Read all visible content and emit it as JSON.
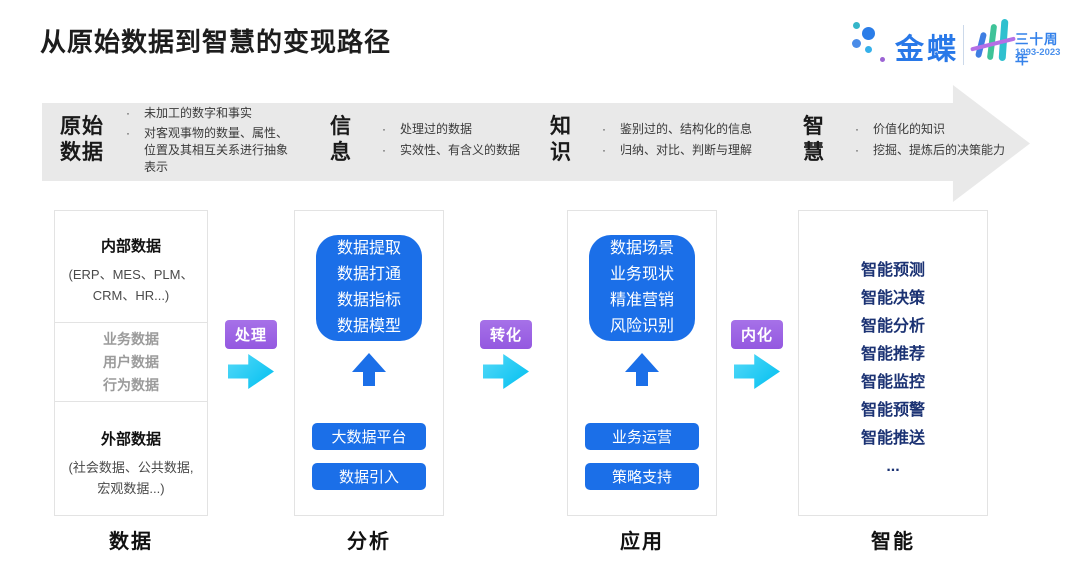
{
  "title": "从原始数据到智慧的变现路径",
  "logo": {
    "brand": "金蝶",
    "anniversary": "三十周年",
    "years": "1993-2023"
  },
  "banner": {
    "stages": [
      {
        "label_line1": "原始",
        "label_line2": "数据",
        "bullets": [
          "未加工的数字和事实",
          "对客观事物的数量、属性、位置及其相互关系进行抽象表示"
        ]
      },
      {
        "label_line1": "信",
        "label_line2": "息",
        "bullets": [
          "处理过的数据",
          "实效性、有含义的数据"
        ]
      },
      {
        "label_line1": "知",
        "label_line2": "识",
        "bullets": [
          "鉴别过的、结构化的信息",
          "归纳、对比、判断与理解"
        ]
      },
      {
        "label_line1": "智",
        "label_line2": "慧",
        "bullets": [
          "价值化的知识",
          "挖掘、提炼后的决策能力"
        ]
      }
    ]
  },
  "columns": {
    "data": {
      "footer": "数据",
      "internal_heading": "内部数据",
      "internal_sub": "(ERP、MES、PLM、CRM、HR...)",
      "middle_items": [
        "业务数据",
        "用户数据",
        "行为数据"
      ],
      "external_heading": "外部数据",
      "external_sub": "(社会数据、公共数据, 宏观数据...)"
    },
    "analysis": {
      "footer": "分析",
      "card_lines": [
        "数据提取",
        "数据打通",
        "数据指标",
        "数据模型"
      ],
      "buttons": [
        "大数据平台",
        "数据引入"
      ]
    },
    "application": {
      "footer": "应用",
      "card_lines": [
        "数据场景",
        "业务现状",
        "精准营销",
        "风险识别"
      ],
      "buttons": [
        "业务运营",
        "策略支持"
      ]
    },
    "intelligence": {
      "footer": "智能",
      "items": [
        "智能预测",
        "智能决策",
        "智能分析",
        "智能推荐",
        "智能监控",
        "智能预警",
        "智能推送",
        "..."
      ]
    }
  },
  "connectors": [
    {
      "label": "处理"
    },
    {
      "label": "转化"
    },
    {
      "label": "内化"
    }
  ],
  "colors": {
    "accent_blue": "#1b6fe8",
    "navy_text": "#1b3273",
    "purple_badge": "#9d69e4",
    "cyan_arrow": "#0ec6f2",
    "banner_gray": "#e9e9e9"
  }
}
